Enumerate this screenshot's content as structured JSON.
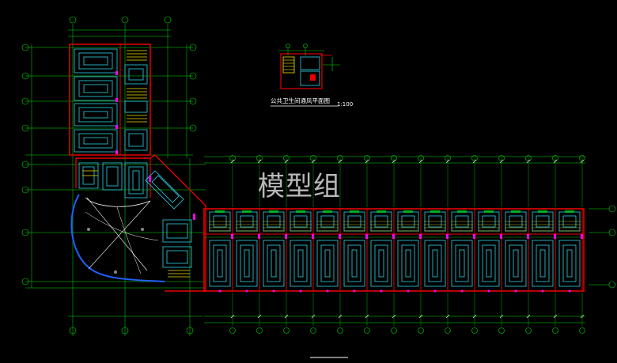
{
  "detail_title": "公共卫生间通风平面图",
  "detail_scale": "1:100",
  "watermark": "模型组",
  "colors": {
    "background": "#000000",
    "wall": "#e60000",
    "pipe": "#2fd3e6",
    "stair": "#f2e200",
    "door": "#ff00ff",
    "grid": "#00e000",
    "dim": "#00d000",
    "white": "#ffffff"
  },
  "icons": [
    "grid-axis-bubble",
    "floor-heating-coil",
    "stair-hatch",
    "column-marker"
  ]
}
